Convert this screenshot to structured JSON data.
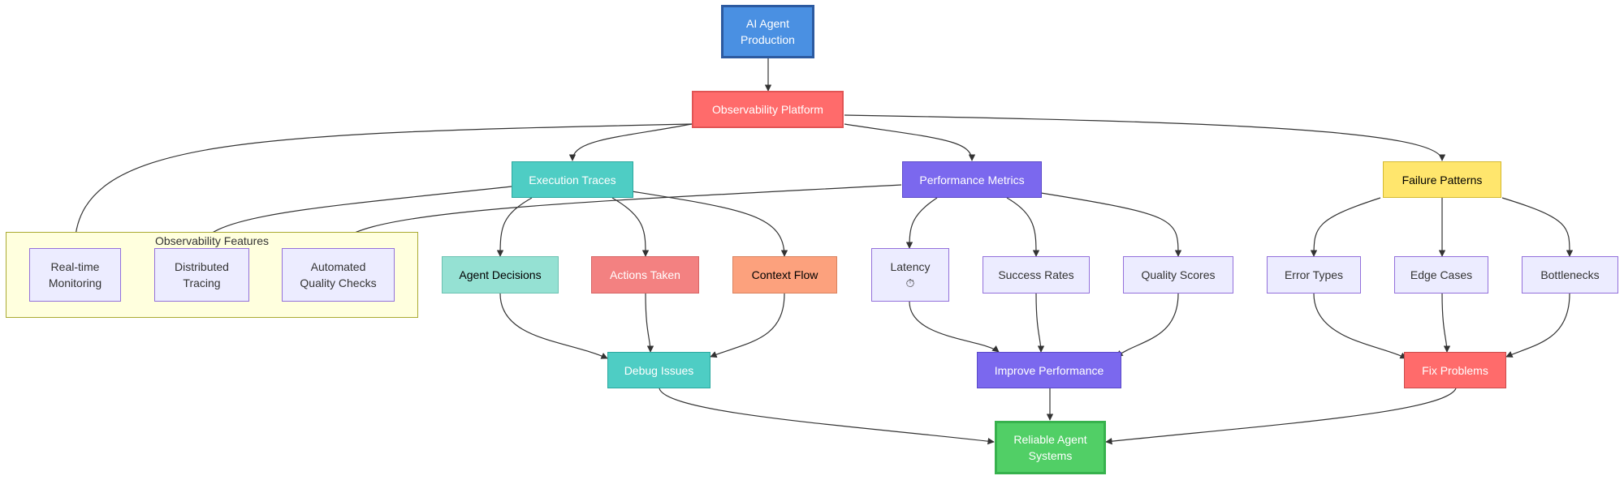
{
  "nodes": {
    "ai_agent_production": "AI Agent\nProduction",
    "observability_platform": "Observability Platform",
    "execution_traces": "Execution Traces",
    "performance_metrics": "Performance Metrics",
    "failure_patterns": "Failure Patterns",
    "agent_decisions": "Agent Decisions",
    "actions_taken": "Actions Taken",
    "context_flow": "Context Flow",
    "latency": "Latency\n⏱",
    "success_rates": "Success Rates",
    "quality_scores": "Quality Scores",
    "error_types": "Error Types",
    "edge_cases": "Edge Cases",
    "bottlenecks": "Bottlenecks",
    "debug_issues": "Debug Issues",
    "improve_performance": "Improve Performance",
    "fix_problems": "Fix Problems",
    "reliable_agent_systems": "Reliable Agent\nSystems",
    "realtime_monitoring": "Real-time\nMonitoring",
    "distributed_tracing": "Distributed\nTracing",
    "automated_quality_checks": "Automated\nQuality Checks"
  },
  "group": {
    "title": "Observability Features"
  },
  "colors": {
    "edge": "#333333",
    "default_fill": "#ececff",
    "default_stroke": "#9370db",
    "group_fill": "#ffffde",
    "group_stroke": "#aaaa33"
  }
}
